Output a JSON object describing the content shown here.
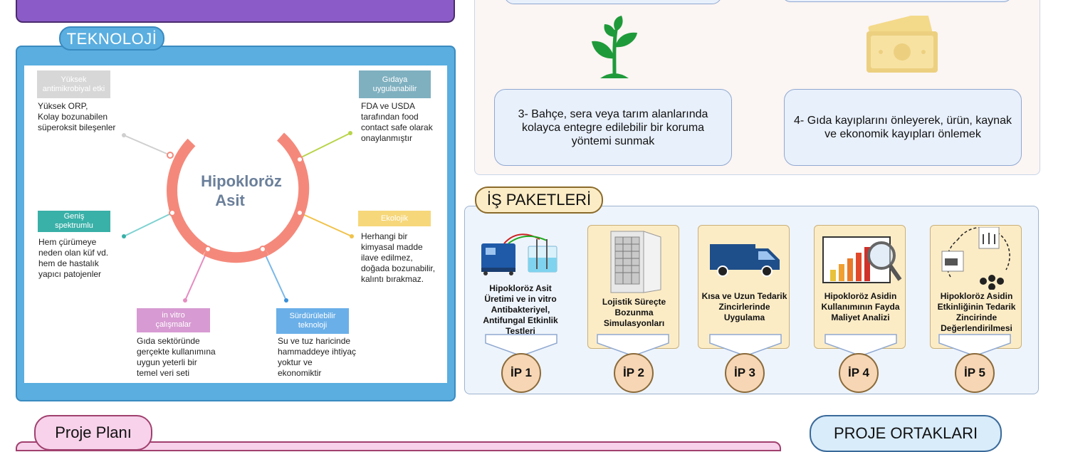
{
  "colors": {
    "banner": "#8b5cc7",
    "tek_blue": "#5aaee0",
    "ring": "#f4897b",
    "wp_card": "#fcecc6",
    "goal_box": "#e8f0fb",
    "plan_pink": "#f7d2ea",
    "partners_blue": "#d9ecfa"
  },
  "teknoloji": {
    "title": "TEKNOLOJİ",
    "center": {
      "line1": "Hipokloröz",
      "line2": "Asit"
    },
    "labels": {
      "antimikrobiyal": {
        "line1": "Yüksek",
        "line2": "antimikrobiyal etki",
        "desc": [
          "Yüksek ORP,",
          "Kolay bozunabilen",
          "süperoksit bileşenler"
        ]
      },
      "gida": {
        "line1": "Gıdaya",
        "line2": "uygulanabilir",
        "desc": [
          "FDA ve USDA",
          "tarafından food",
          "contact safe olarak",
          "onaylanmıştır"
        ]
      },
      "genis": {
        "line1": "Geniş",
        "line2": "spektrumlu",
        "desc": [
          "Hem çürümeye",
          "neden olan küf vd.",
          "hem de hastalık",
          "yapıcı patojenler"
        ]
      },
      "ekolojik": {
        "line1": "Ekolojik",
        "line2": "",
        "desc": [
          "Herhangi bir",
          "kimyasal madde",
          "ilave edilmez,",
          "doğada bozunabilir,",
          "kalıntı bırakmaz."
        ]
      },
      "invitro": {
        "line1": "in vitro",
        "line2": "çalışmalar",
        "desc": [
          "Gıda sektöründe",
          "gerçekte kullanımına",
          "uygun yeterli bir",
          "temel veri seti"
        ]
      },
      "surdurulebilir": {
        "line1": "Sürdürülebilir",
        "line2": "teknoloji",
        "desc": [
          "Su ve tuz haricinde",
          "hammaddeye ihtiyaç",
          "yoktur ve",
          "ekonomiktir"
        ]
      }
    }
  },
  "goals": {
    "goal3": {
      "text": "3- Bahçe, sera veya tarım alanlarında kolayca entegre edilebilir bir koruma yöntemi sunmak",
      "icon": "seedling-icon"
    },
    "goal4": {
      "text": "4- Gıda kayıplarını önleyerek, ürün, kaynak ve ekonomik kayıpları önlemek",
      "icon": "money-icon"
    }
  },
  "work_packages": {
    "title": "İŞ PAKETLERİ",
    "items": [
      {
        "code": "İP 1",
        "text": "Hipokloröz Asit Üretimi ve in vitro Antibakteriyel, Antifungal Etkinlik Testleri",
        "icon": "electrolysis-device-icon"
      },
      {
        "code": "İP 2",
        "text": "Lojistik Süreçte Bozunma Simulasyonları",
        "icon": "storage-cabinet-icon"
      },
      {
        "code": "İP 3",
        "text": "Kısa ve Uzun Tedarik Zincirlerinde Uygulama",
        "icon": "delivery-van-icon"
      },
      {
        "code": "İP 4",
        "text": "Hipokloröz Asidin Kullanımının Fayda Maliyet Analizi",
        "icon": "bar-chart-magnifier-icon"
      },
      {
        "code": "İP 5",
        "text": "Hipokloröz Asidin Etkinliğinin Tedarik Zincirinde Değerlendirilmesi",
        "icon": "supply-chain-cycle-icon"
      }
    ]
  },
  "bottom": {
    "plan": "Proje Planı",
    "partners": "PROJE ORTAKLARI"
  }
}
